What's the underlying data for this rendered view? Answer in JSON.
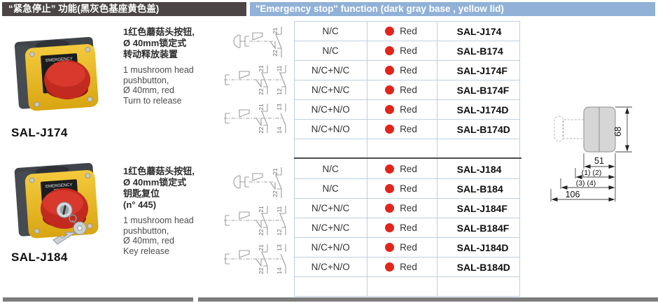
{
  "header": {
    "title_zh": "“紧急停止” 功能(黑灰色基座黄色盖)",
    "title_en": "\"Emergency stop\" function (dark gray base , yellow lid)"
  },
  "colors": {
    "header_dark": "#4b4645",
    "header_blue": "#91b1d7",
    "indicator_red": "#e2241b",
    "lid_yellow": "#e8b81f",
    "base_gray": "#45494e",
    "table_border": "#bed0e0"
  },
  "device_label": {
    "line1": "EMERGENCY",
    "line2": "STOP"
  },
  "sections": [
    {
      "photo_label": "SAL-J174",
      "desc_zh": "1红色蘑菇头按钮,\nØ 40mm锁定式\n转动释放装置",
      "desc_en": "1 mushroom head\npushbutton,\nØ 40mm, red\nTurn to release",
      "rows": [
        {
          "contacts": "N/C",
          "color": "Red",
          "model": "SAL-J174"
        },
        {
          "contacts": "N/C",
          "color": "Red",
          "model": "SAL-B174"
        },
        {
          "contacts": "N/C+N/C",
          "color": "Red",
          "model": "SAL-J174F"
        },
        {
          "contacts": "N/C+N/C",
          "color": "Red",
          "model": "SAL-B174F"
        },
        {
          "contacts": "N/C+N/O",
          "color": "Red",
          "model": "SAL-J174D"
        },
        {
          "contacts": "N/C+N/O",
          "color": "Red",
          "model": "SAL-B174D"
        }
      ]
    },
    {
      "photo_label": "SAL-J184",
      "desc_zh": "1红色蘑菇头按钮,\nØ 40mm锁定式\n钥匙复位\n(n° 445)",
      "desc_en": "1 mushroom head\npushbutton,\nØ 40mm, red\nKey release",
      "rows": [
        {
          "contacts": "N/C",
          "color": "Red",
          "model": "SAL-J184"
        },
        {
          "contacts": "N/C",
          "color": "Red",
          "model": "SAL-B184"
        },
        {
          "contacts": "N/C+N/C",
          "color": "Red",
          "model": "SAL-J184F"
        },
        {
          "contacts": "N/C+N/C",
          "color": "Red",
          "model": "SAL-B184F"
        },
        {
          "contacts": "N/C+N/O",
          "color": "Red",
          "model": "SAL-J184D"
        },
        {
          "contacts": "N/C+N/O",
          "color": "Red",
          "model": "SAL-B184D"
        }
      ]
    }
  ],
  "circuit": {
    "nc": {
      "t1": "21",
      "t2": "22"
    },
    "ncnc": {
      "t1": "21",
      "t2": "22",
      "t3": "11",
      "t4": "12"
    },
    "ncno": {
      "t1": "21",
      "t2": "22",
      "t3": "13",
      "t4": "14"
    }
  },
  "dimensions": {
    "h": "68",
    "w": "51",
    "d12": "(1) (2)",
    "d34": "(3) (4)",
    "total": "106"
  }
}
